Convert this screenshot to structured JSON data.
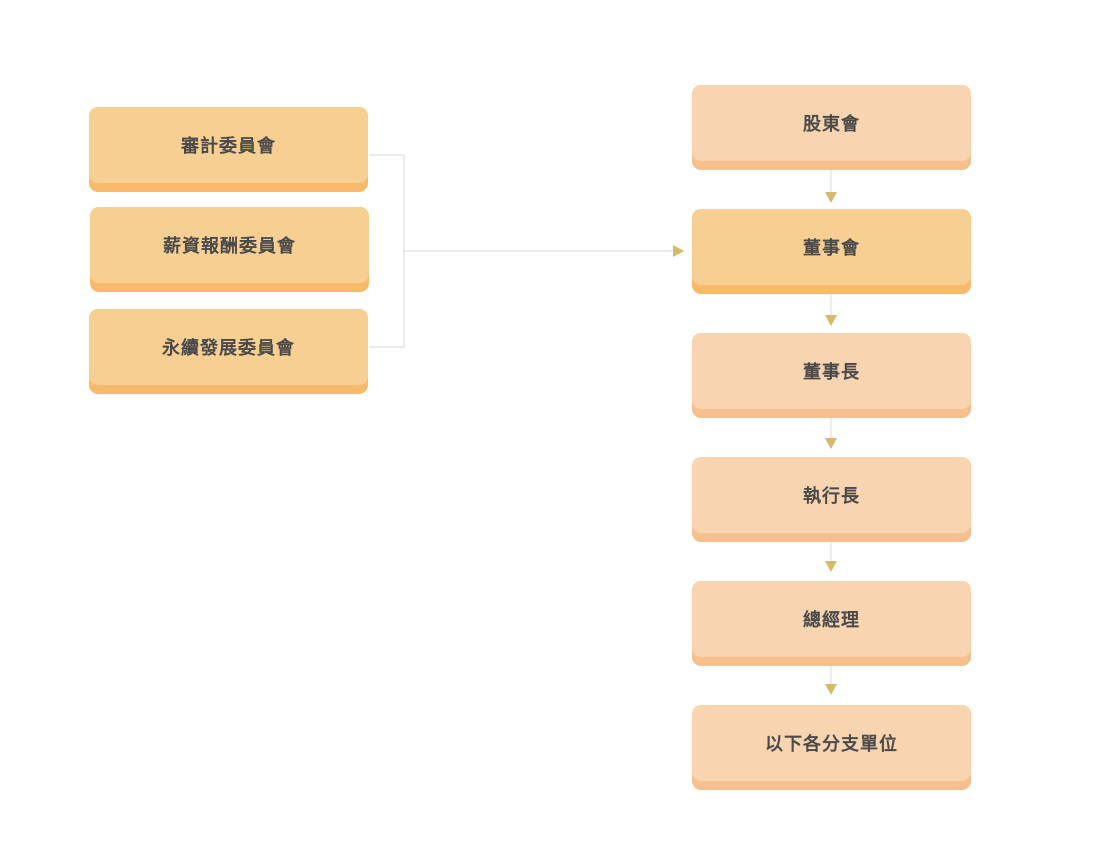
{
  "committees": [
    {
      "id": "audit",
      "label": "審計委員會"
    },
    {
      "id": "compensation",
      "label": "薪資報酬委員會"
    },
    {
      "id": "sustainability",
      "label": "永續發展委員會"
    }
  ],
  "hierarchy": [
    {
      "id": "shareholders",
      "label": "股東會",
      "highlight": false
    },
    {
      "id": "board",
      "label": "董事會",
      "highlight": true
    },
    {
      "id": "chairman",
      "label": "董事長",
      "highlight": false
    },
    {
      "id": "ceo",
      "label": "執行長",
      "highlight": false
    },
    {
      "id": "general-manager",
      "label": "總經理",
      "highlight": false
    },
    {
      "id": "branches",
      "label": "以下各分支單位",
      "highlight": false
    }
  ],
  "colors": {
    "committee_face": "#f7cf93",
    "committee_shadow": "#f7b96a",
    "node_face": "#f8d4b1",
    "node_shadow": "#f6bf8e",
    "connector": "#d9d9d9",
    "arrow": "#d8b86a",
    "text": "#4a4a4a"
  }
}
